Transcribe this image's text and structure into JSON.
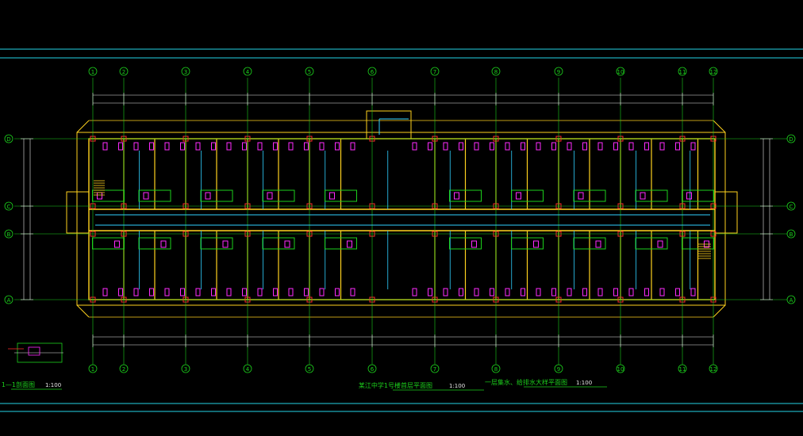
{
  "axes_columns": [
    "1",
    "2",
    "3",
    "4",
    "5",
    "6",
    "7",
    "8",
    "9",
    "10",
    "11",
    "12"
  ],
  "axes_rows": [
    "D",
    "C",
    "B",
    "A"
  ],
  "main_title": "某江中学1号楼首层平面图",
  "main_scale": "1:100",
  "side_title": "一层集水、给排水大样平面图",
  "side_scale": "1:100",
  "section_title": "1—1剖面图",
  "section_scale": "1:100",
  "colors": {
    "grid": "#1cd11c",
    "wall": "#ffd21e",
    "dim": "#e8e8e8",
    "pipe": "#2fd0ff",
    "fixture": "#ff2bff",
    "red": "#ff2a2a",
    "frame": "#25d3e6"
  }
}
